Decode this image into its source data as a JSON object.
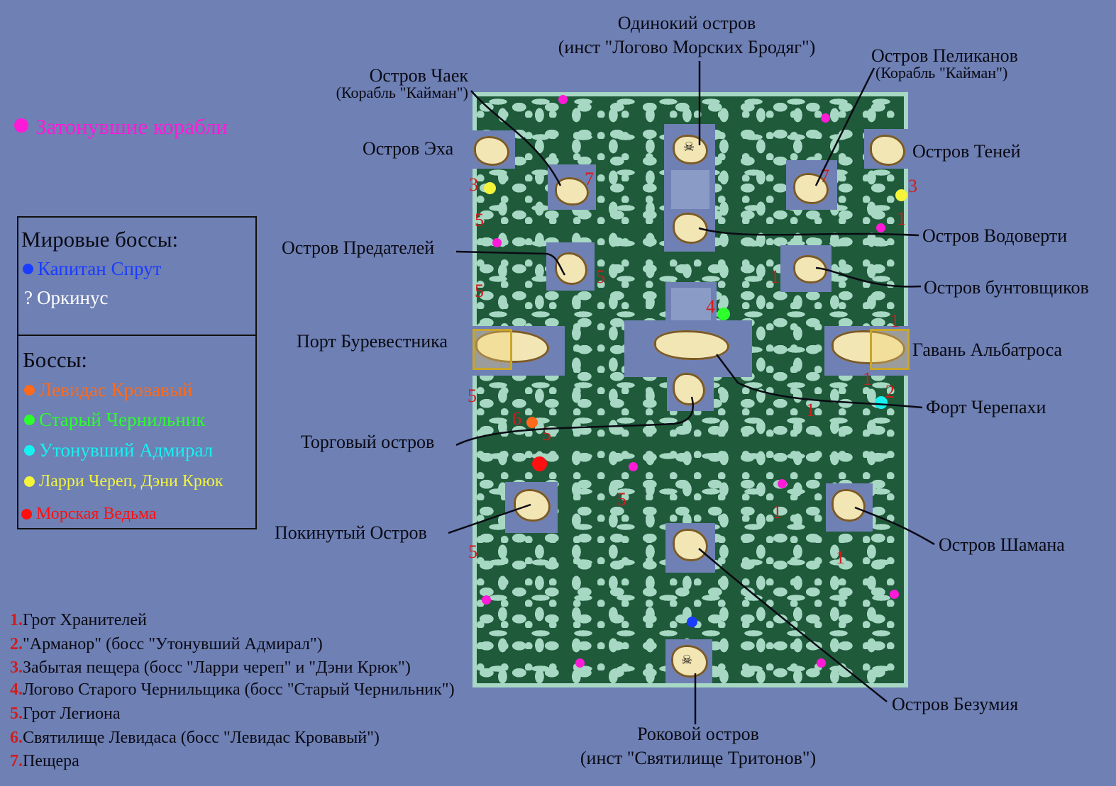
{
  "legend_top": {
    "dot_color": "#ff1ad8",
    "label": "Затонувшие корабли"
  },
  "world_bosses": {
    "title": "Мировые боссы:",
    "items": [
      {
        "marker": "●",
        "label": "Капитан Спрут",
        "color": "#1a3cff"
      },
      {
        "marker": "?",
        "label": "Оркинус",
        "color": "#ffffff"
      }
    ]
  },
  "bosses": {
    "title": "Боссы:",
    "items": [
      {
        "label": "Левидас Кровавый",
        "color": "#ff6a1a"
      },
      {
        "label": "Старый Чернильник",
        "color": "#2cff2c"
      },
      {
        "label": "Утонувший Адмирал",
        "color": "#16f2f2"
      },
      {
        "label": "Ларри Череп, Дэни Крюк",
        "color": "#f4f43a"
      },
      {
        "label": "Морская Ведьма",
        "color": "#ff1010"
      }
    ]
  },
  "locations": {
    "lonely": {
      "name": "Одинокий остров",
      "sub": "(инст \"Логово Морских Бродяг\")"
    },
    "gulls": {
      "name": "Остров Чаек",
      "sub": "(Корабль \"Кайман\")"
    },
    "pelicans": {
      "name": "Остров Пеликанов",
      "sub": "(Корабль \"Кайман\")"
    },
    "echo": "Остров Эха",
    "shadows": "Остров Теней",
    "whirl": "Остров Водоверти",
    "traitors": "Остров Предателей",
    "rebels": "Остров бунтовщиков",
    "petrel": "Порт Буревестника",
    "albatross": "Гавань Альбатроса",
    "turtle": "Форт Черепахи",
    "trade": "Торговый остров",
    "abandoned": "Покинутый Остров",
    "shaman": "Остров Шамана",
    "madness": "Остров Безумия",
    "doom": {
      "name": "Роковой остров",
      "sub": "(инст \"Святилище Тритонов\")"
    }
  },
  "numbered_legend": [
    {
      "n": "1.",
      "text": "Грот Хранителей"
    },
    {
      "n": "2.",
      "text": "\"Арманор\" (босс \"Утонувший Адмирал\")"
    },
    {
      "n": "3.",
      "text": "Забытая пещера (босс \"Ларри череп\" и \"Дэни Крюк\")"
    },
    {
      "n": "4.",
      "text": "Логово Старого Чернильщика (босс \"Старый Чернильник\")"
    },
    {
      "n": "5.",
      "text": "Грот Легиона"
    },
    {
      "n": "6.",
      "text": "Святилище Левидаса (босс \"Левидас Кровавый\")"
    },
    {
      "n": "7.",
      "text": "Пещера"
    }
  ],
  "map_numbers": {
    "one": "1",
    "two": "2",
    "three": "3",
    "four": "4",
    "five": "5",
    "six": "6",
    "seven": "7"
  },
  "colors": {
    "background": "#6e80b4",
    "land": "#1f5a3a",
    "shallow": "#a7d8c4",
    "island": "#f2e6b4",
    "marker_red": "#d21c1c",
    "sunken_ship": "#ff1ad8"
  }
}
